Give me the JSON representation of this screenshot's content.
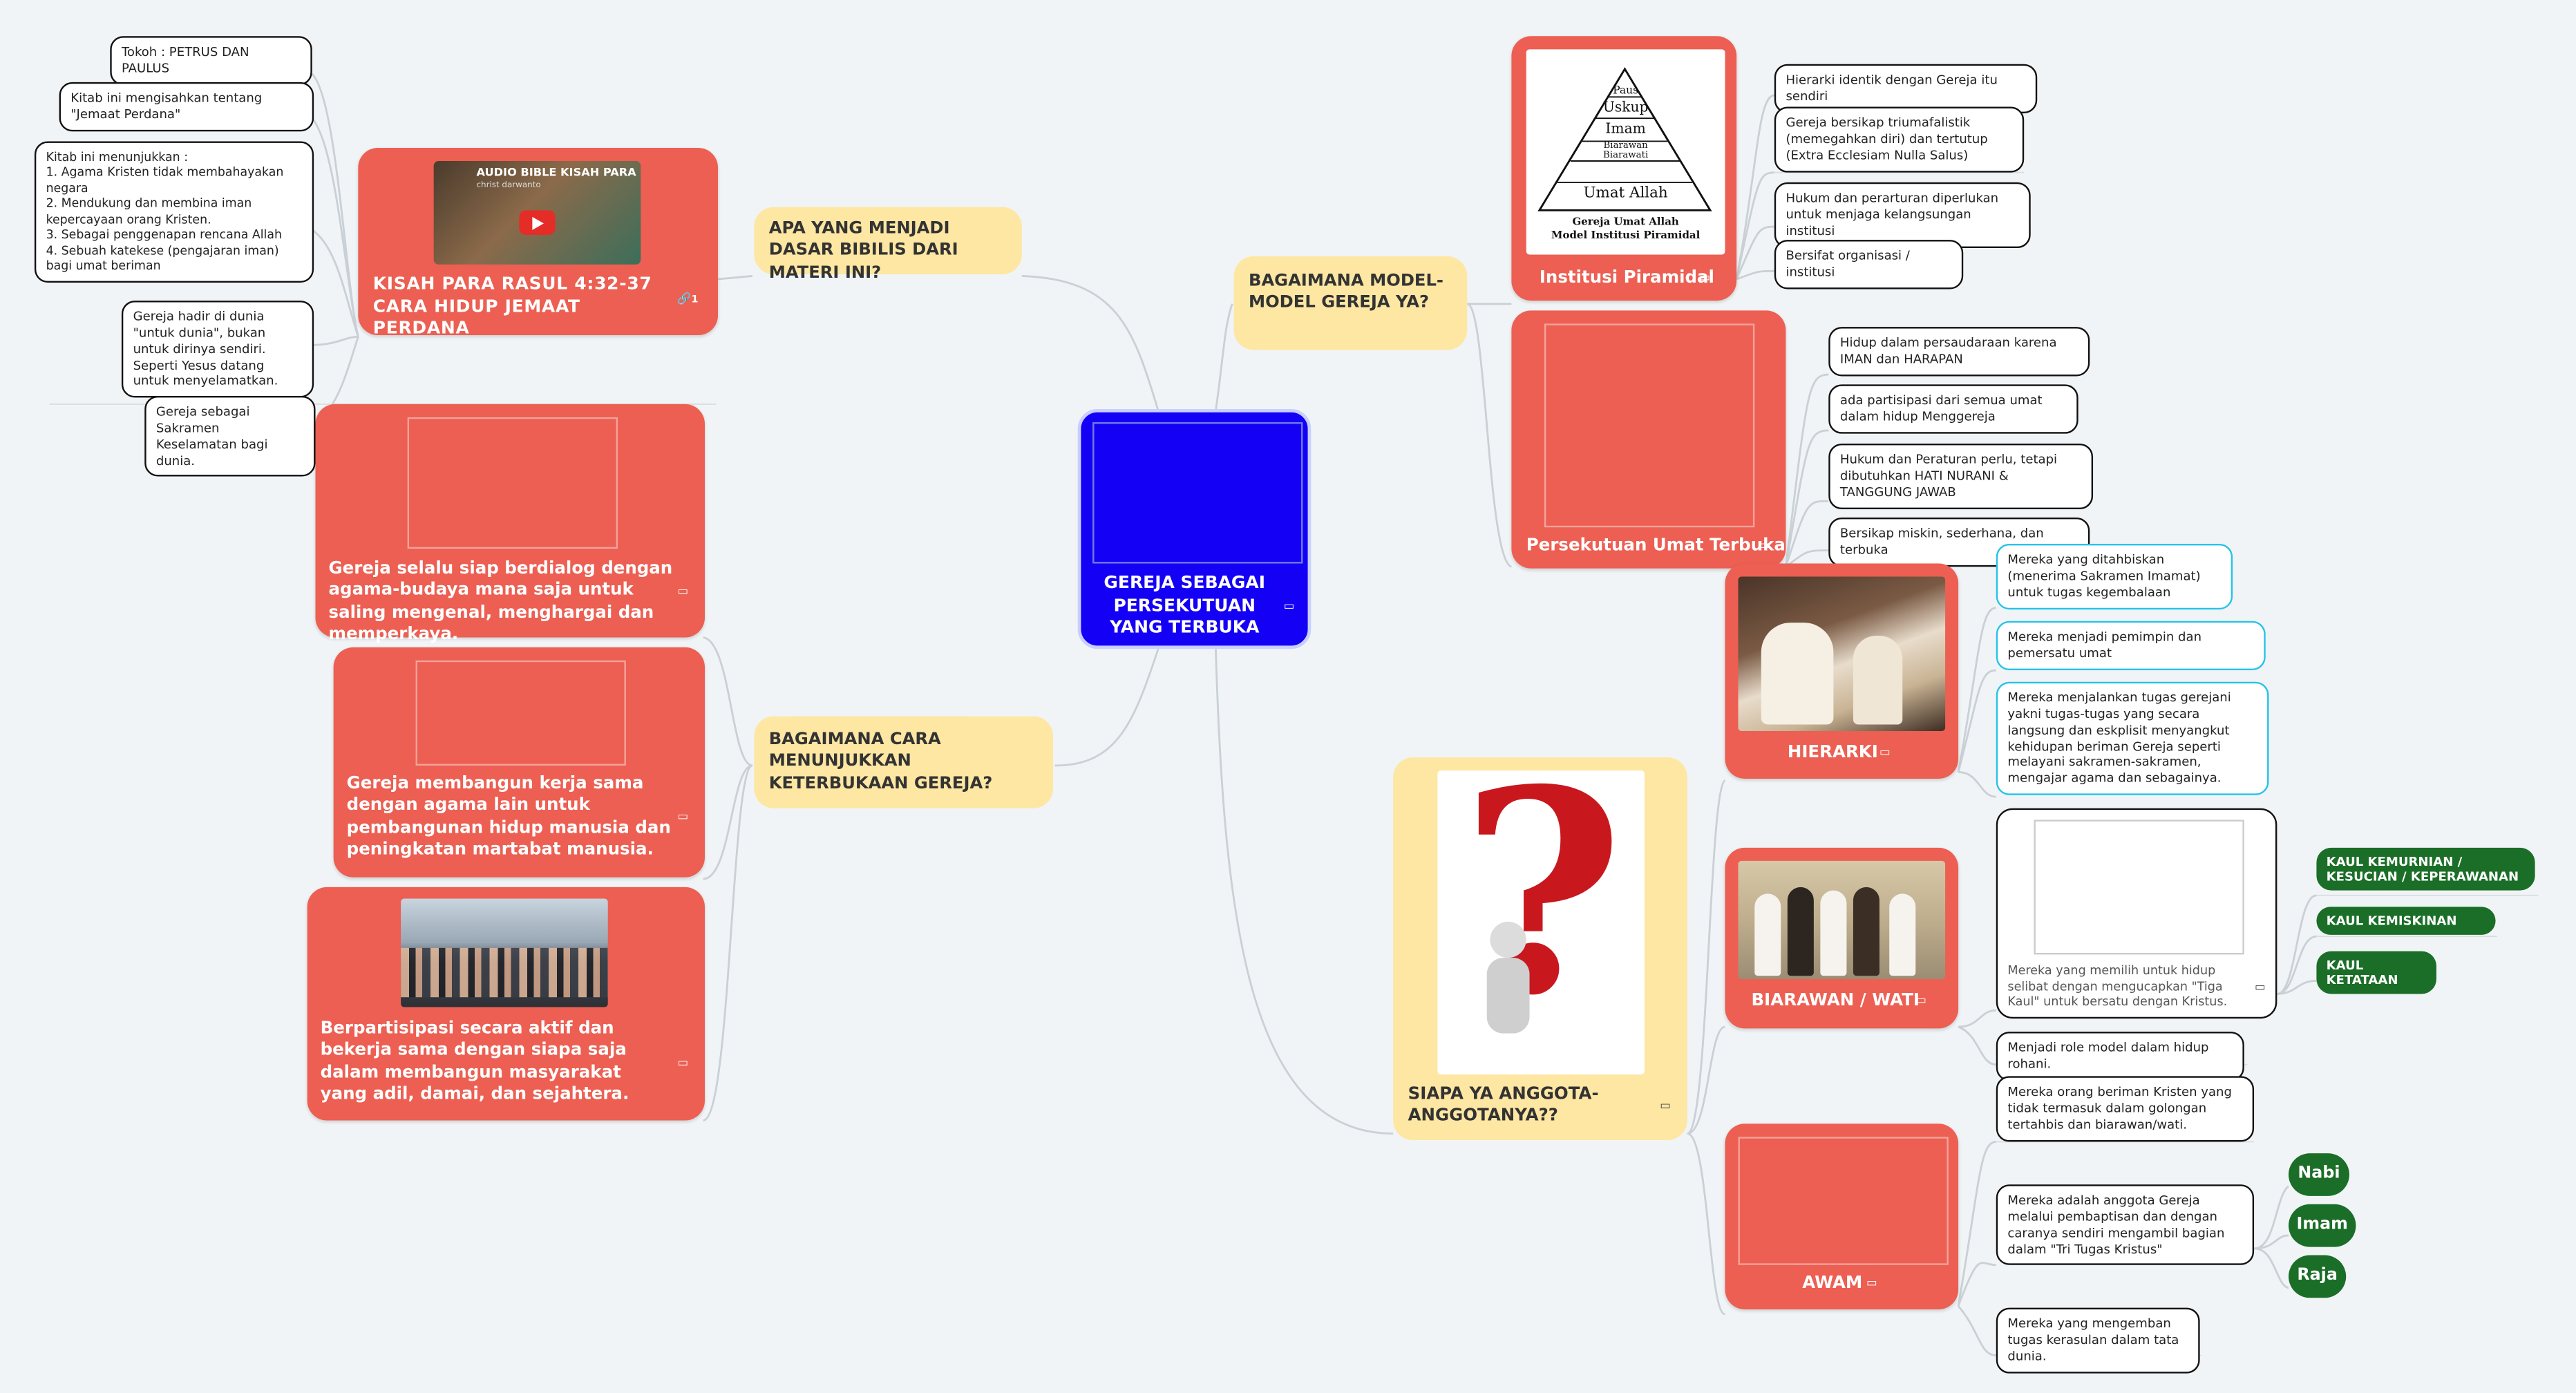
{
  "center": {
    "title": "GEREJA SEBAGAI PERSEKUTUAN YANG TERBUKA",
    "icon": "note-icon"
  },
  "left_top": {
    "question": "APA YANG MENJADI DASAR BIBILIS DARI MATERI INI?",
    "kisah": {
      "title": "KISAH PARA RASUL 4:32-37 CARA HIDUP JEMAAT PERDANA",
      "video_title": "AUDIO BIBLE KISAH PARA",
      "video_channel": "christ darwanto",
      "link_count": "1"
    },
    "notes": [
      "Tokoh : PETRUS DAN PAULUS",
      "Kitab ini mengisahkan tentang \"Jemaat Perdana\"",
      "Kitab ini menunjukkan :\n1. Agama Kristen tidak membahayakan negara\n2. Mendukung dan membina iman kepercayaan orang Kristen.\n3. Sebagai penggenapan rencana Allah\n4. Sebuah katekese (pengajaran iman) bagi umat beriman",
      "Gereja hadir di dunia \"untuk dunia\", bukan untuk dirinya sendiri. Seperti Yesus datang untuk menyelamatkan.",
      "Gereja sebagai Sakramen Keselamatan bagi dunia."
    ]
  },
  "left_bottom": {
    "question": "BAGAIMANA CARA MENUNJUKKAN KETERBUKAAN GEREJA?",
    "items": [
      "Gereja selalu siap berdialog dengan agama-budaya mana saja untuk saling mengenal, menghargai dan memperkaya.",
      "Gereja membangun kerja sama dengan agama lain untuk pembangunan hidup manusia dan peningkatan martabat manusia.",
      "Berpartisipasi secara aktif dan bekerja sama dengan siapa saja dalam membangun masyarakat yang adil, damai, dan sejahtera."
    ]
  },
  "right_top": {
    "question": "BAGAIMANA MODEL-MODEL GEREJA YA?",
    "piramidal": {
      "title": "Institusi Piramidal",
      "pyramid_levels": [
        "Paus",
        "Uskup",
        "Imam",
        "Biarawan\nBiarawati",
        "Umat Allah"
      ],
      "caption": "Gereja Umat Allah\nModel Institusi Piramidal",
      "notes": [
        "Hierarki identik dengan Gereja itu sendiri",
        "Gereja bersikap triumafalistik (memegahkan diri) dan tertutup (Extra Ecclesiam Nulla Salus)",
        "Hukum dan perarturan diperlukan untuk menjaga kelangsungan institusi",
        "Bersifat organisasi / institusi"
      ]
    },
    "terbuka": {
      "title": "Persekutuan Umat Terbuka",
      "notes": [
        "Hidup dalam persaudaraan karena IMAN dan HARAPAN",
        "ada partisipasi dari semua umat dalam hidup Menggereja",
        "Hukum dan Peraturan perlu, tetapi dibutuhkan HATI NURANI & TANGGUNG JAWAB",
        "Bersikap miskin, sederhana, dan terbuka"
      ]
    }
  },
  "right_bottom": {
    "question": "SIAPA YA ANGGOTA-ANGGOTANYA??",
    "hierarki": {
      "title": "HIERARKI",
      "notes": [
        "Mereka yang ditahbiskan (menerima Sakramen Imamat) untuk tugas kegembalaan",
        "Mereka menjadi pemimpin dan pemersatu umat",
        "Mereka menjalankan tugas gerejani yakni tugas-tugas yang secara langsung dan eskplisit menyangkut kehidupan beriman Gereja seperti melayani sakramen-sakramen, mengajar agama dan sebagainya."
      ]
    },
    "biarawan": {
      "title": "BIARAWAN / WATI",
      "image_note": "Mereka yang memilih untuk hidup selibat dengan mengucapkan \"Tiga Kaul\" untuk bersatu dengan Kristus.",
      "kaul": [
        "KAUL KEMURNIAN / KESUCIAN / KEPERAWANAN",
        "KAUL KEMISKINAN",
        "KAUL KETATAAN"
      ],
      "note2": "Menjadi role model dalam hidup rohani."
    },
    "awam": {
      "title": "AWAM",
      "notes": [
        "Mereka orang beriman Kristen yang tidak termasuk dalam golongan tertahbis dan biarawan/wati.",
        "Mereka adalah anggota Gereja melalui pembaptisan dan dengan caranya sendiri mengambil bagian dalam \"Tri Tugas Kristus\"",
        "Mereka yang mengemban tugas kerasulan dalam tata dunia."
      ],
      "tri_tugas": [
        "Nabi",
        "Imam",
        "Raja"
      ]
    }
  },
  "colors": {
    "center": "#1400f5",
    "red": "#ec5f52",
    "yellow": "#fde7a3",
    "green": "#1b6e27",
    "cyan": "#25c3e8",
    "background": "#f1f4f6"
  }
}
